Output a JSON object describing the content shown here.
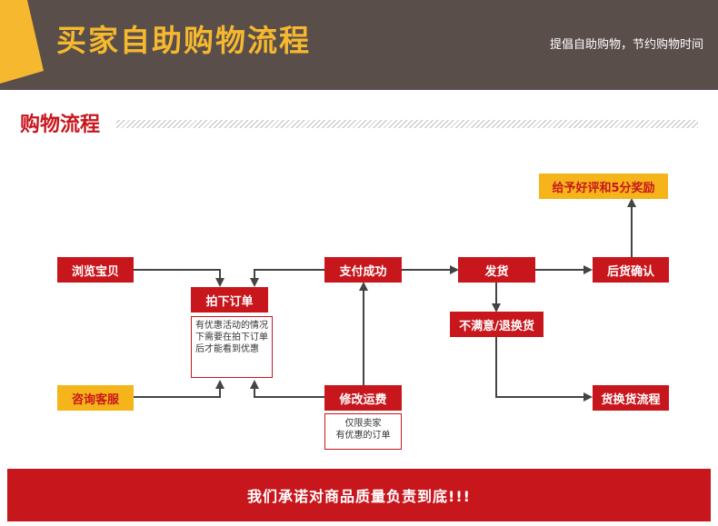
{
  "header": {
    "title": "买家自助购物流程",
    "subtitle": "提倡自助购物，节约购物时间",
    "flag_color": "#f5b82e"
  },
  "section": {
    "title": "购物流程"
  },
  "nodes": {
    "browse": "浏览宝贝",
    "order": "拍下订单",
    "order_note": "有优惠活动的情况下需要在拍下订单后才能看到优惠",
    "consult": "咨询客服",
    "pay": "支付成功",
    "shipping": "修改运费",
    "shipping_note_1": "仅限卖家",
    "shipping_note_2": "有优惠的订单",
    "ship": "发货",
    "unsatisfied": "不满意/退换货",
    "confirm": "后货确认",
    "reward": "给予好评和5分奖励",
    "exchange": "货换货流程"
  },
  "footer": {
    "text": "我们承诺对商品质量负责到底!!!"
  },
  "colors": {
    "red": "#c8161d",
    "yellow": "#f4b41a",
    "header_bg": "#5a4e4a",
    "arrow": "#444444"
  }
}
